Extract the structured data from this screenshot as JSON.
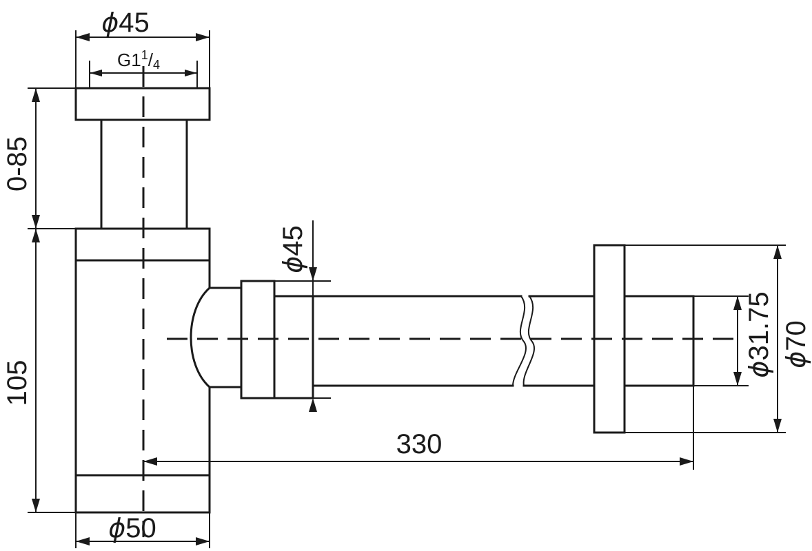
{
  "dimensions": {
    "top_diameter": {
      "symbol": "ϕ",
      "value": "45"
    },
    "thread": {
      "prefix": "G1",
      "sup": "1",
      "slash": "/",
      "sub": "4"
    },
    "height_adjust": "0-85",
    "body_height": "105",
    "bottom_diameter": {
      "symbol": "ϕ",
      "value": "50"
    },
    "outlet_diameter": {
      "symbol": "ϕ",
      "value": "45"
    },
    "length": "330",
    "pipe_diameter": {
      "symbol": "ϕ",
      "value": "31.75"
    },
    "flange_diameter": {
      "symbol": "ϕ",
      "value": "70"
    }
  }
}
